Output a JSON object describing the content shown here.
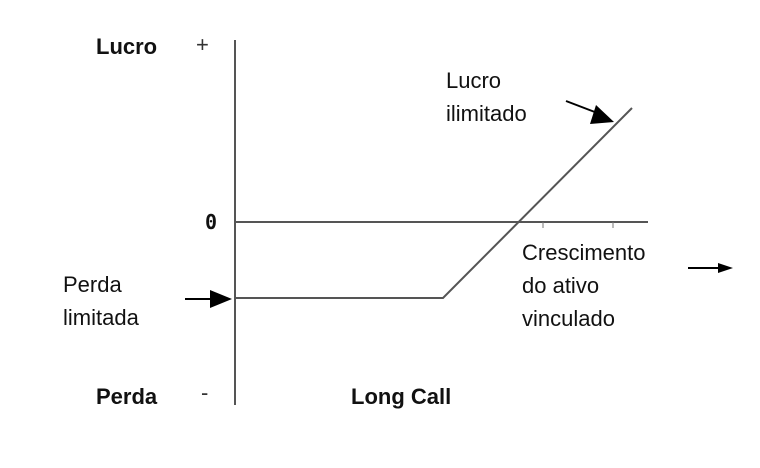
{
  "diagram": {
    "axis_top_label": "Lucro",
    "axis_top_sign": "+",
    "axis_bottom_label": "Perda",
    "axis_bottom_sign": "-",
    "zero_label": "0",
    "title": "Long Call",
    "upper_annotation": [
      "Lucro",
      "ilimitado"
    ],
    "lower_annotation": [
      "Perda",
      "limitada"
    ],
    "x_annotation": [
      "Crescimento",
      "do ativo",
      "vinculado"
    ],
    "payoff_type": "long-call",
    "colors": {
      "lines": "#555555",
      "arrows": "#000000",
      "text": "#111111"
    }
  }
}
